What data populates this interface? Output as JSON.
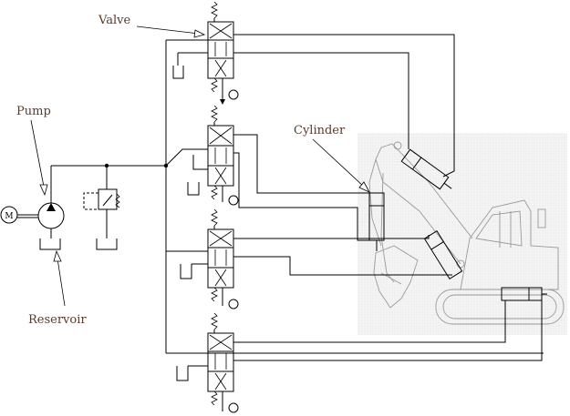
{
  "labels": {
    "valve": "Valve",
    "pump": "Pump",
    "cylinder": "Cylinder",
    "reservoir": "Reservoir",
    "motor": "M"
  },
  "colors": {
    "line": "#000000",
    "label": "#5a3a2a",
    "excavator": "#9a9a9a",
    "photo_background": "#f0f0f0"
  }
}
